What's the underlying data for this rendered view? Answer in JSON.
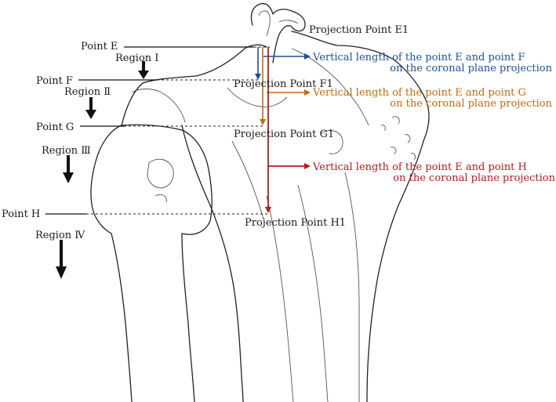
{
  "colors": {
    "blue": "#1f4e9c",
    "orange": "#c46a10",
    "red": "#b81a1a",
    "ink": "#1a1a1a"
  },
  "points": {
    "e": "Point E",
    "f": "Point F",
    "g": "Point G",
    "h": "Point H"
  },
  "regions": {
    "r1": "Region Ⅰ",
    "r2": "Region Ⅱ",
    "r3": "Region Ⅲ",
    "r4": "Region Ⅳ"
  },
  "projections": {
    "e1": "Projection Point E1",
    "f1": "Projection Point F1",
    "g1": "Projection Point G1",
    "h1": "Projection Point H1"
  },
  "annotations": {
    "ef": {
      "line1": "Vertical length of the point E and point F",
      "line2": "on the coronal plane projection"
    },
    "eg": {
      "line1": "Vertical length of the point E and point G",
      "line2": "on the coronal plane projection"
    },
    "eh": {
      "line1": "Vertical length of the point E and point H",
      "line2": "on the coronal plane projection"
    }
  }
}
